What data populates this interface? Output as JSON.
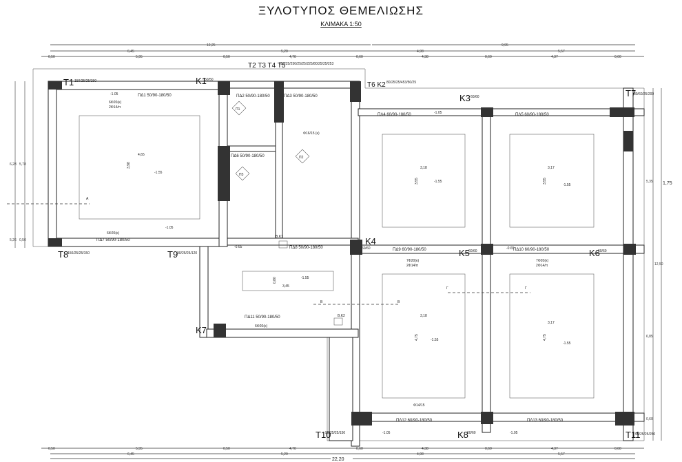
{
  "title": "ΞΥΛΟΤΥΠΟΣ ΘΕΜΕΛΙΩΣΗΣ",
  "scale": "ΚΛΙΜΑΚΑ 1:50",
  "dims_top": {
    "row1": [
      "12,25",
      "9,95"
    ],
    "row2": [
      "6,45",
      "5,20",
      "4,98",
      "5,57"
    ],
    "row3": [
      "0,50",
      "5,95",
      "0,50",
      "4,70",
      "0,60",
      "4,38",
      "0,60",
      "4,37",
      "0,60"
    ]
  },
  "dims_bottom": {
    "row1": [
      "0,50",
      "5,95",
      "0,50",
      "4,70",
      "0,60",
      "4,38",
      "0,60",
      "4,37",
      "0,60"
    ],
    "row2": [
      "6,45",
      "5,20",
      "4,98",
      "5,57"
    ],
    "row3": [
      "22,20"
    ]
  },
  "dims_side": [
    "6,28",
    "5,78",
    "0,50",
    "5,26",
    "12,50",
    "5,35",
    "6,85",
    "1,75",
    "0,60"
  ],
  "labels": [
    {
      "name": "T1",
      "spec": "150/25/25/150"
    },
    {
      "name": "K1",
      "spec": "50/50"
    },
    {
      "name": "T2 T3 T4 T5",
      "spec": "25/225/250/25/25/225/80/25/25/253"
    },
    {
      "name": "T6 K2",
      "spec": "80/25/25/453/50/25"
    },
    {
      "name": "K3",
      "spec": "60/60"
    },
    {
      "name": "T7",
      "spec": "80/60/25/200"
    },
    {
      "name": "T8",
      "spec": "150/25/25/150"
    },
    {
      "name": "T9",
      "spec": "90/25/25/120"
    },
    {
      "name": "K4",
      "spec": "60/60"
    },
    {
      "name": "K5",
      "spec": "60/60"
    },
    {
      "name": "K6",
      "spec": "60/60"
    },
    {
      "name": "K7",
      "spec": ""
    },
    {
      "name": "K8",
      "spec": "60/60"
    },
    {
      "name": "T10",
      "spec": "95/25/25/150"
    },
    {
      "name": "T11",
      "spec": "95/25/25/250"
    }
  ],
  "beams": [
    "ΠΔ1 50/90-180/50",
    "ΠΔ2 50/90-180/50",
    "ΠΔ3 50/90-180/50",
    "ΠΔ4 60/90-180/50",
    "ΠΔ5 60/90-180/50",
    "ΠΔ6 50/90-180/50",
    "ΠΔ7 50/90-180/50",
    "ΠΔ8 50/90-180/50",
    "ΠΔ9 60/90-180/50",
    "ΠΔ10 60/90-180/50",
    "ΠΔ11 50/90-180/50",
    "ΠΔ12 60/90-180/50",
    "ΠΔ13 60/90-180/50"
  ],
  "rebar": [
    "6Φ20(κ)",
    "2Φ14/π",
    "7Φ20(κ)",
    "Φ14/15",
    "Φ16/15 (κ)"
  ],
  "elevations": [
    "-1.05",
    "-1.55",
    "-0.65"
  ],
  "rooms": [
    {
      "w": "4,65",
      "h": "3,98"
    },
    {
      "w": "3,18",
      "h": "3,55"
    },
    {
      "w": "3,17",
      "h": "3,55"
    },
    {
      "w": "3,18",
      "h": "4,75"
    },
    {
      "w": "3,17",
      "h": "4,75"
    },
    {
      "w": "3,45",
      "h": "0,80"
    }
  ],
  "misc": {
    "bk1": "B.K1",
    "bk2": "B.K2",
    "sectionA": "A",
    "sectionB": "B",
    "sectionG": "Γ",
    "p1": "Π1",
    "p2": "Π2",
    "p3": "Π3"
  }
}
